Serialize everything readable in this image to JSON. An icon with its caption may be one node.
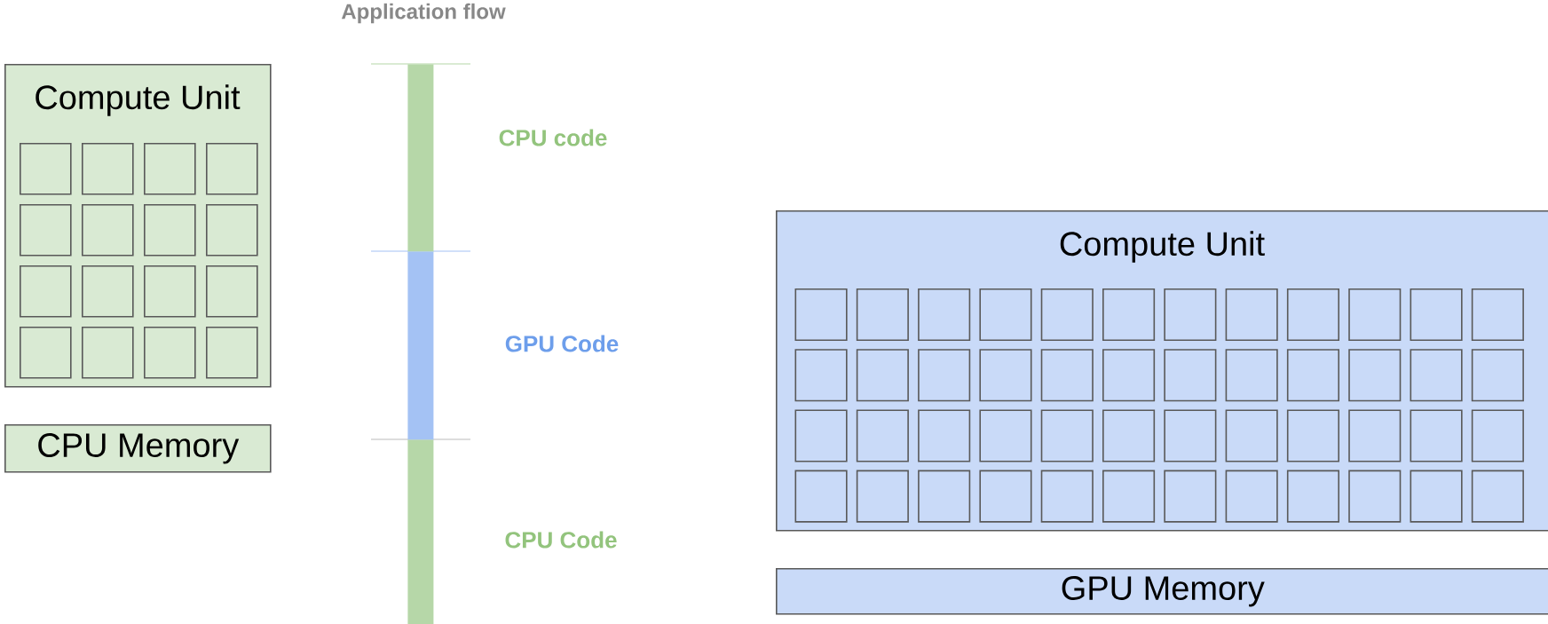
{
  "diagram": {
    "title": "Application flow",
    "nodes": [
      {
        "text": [
          "Compute Unit"
        ]
      },
      {
        "text": [],
        "shape": "box",
        "in": 0
      },
      {
        "text": [],
        "shape": "box",
        "in": 0
      },
      {
        "text": [],
        "shape": "box",
        "in": 0
      },
      {
        "text": [],
        "shape": "box",
        "in": 0
      },
      {
        "text": [],
        "shape": "box",
        "in": 0
      },
      {
        "text": [],
        "shape": "box",
        "in": 0
      },
      {
        "text": [],
        "shape": "box",
        "in": 0
      },
      {
        "text": [],
        "shape": "box",
        "in": 0
      },
      {
        "text": [],
        "shape": "box",
        "in": 0
      },
      {
        "text": [],
        "shape": "box",
        "in": 0
      },
      {
        "text": [],
        "shape": "box",
        "in": 0
      },
      {
        "text": [],
        "shape": "box",
        "in": 0
      },
      {
        "text": [],
        "shape": "box",
        "in": 0
      },
      {
        "text": [],
        "shape": "box",
        "in": 0
      },
      {
        "text": [],
        "shape": "box",
        "in": 0
      },
      {
        "text": [],
        "shape": "box",
        "in": 0
      },
      {
        "text": [
          "CPU Memory"
        ]
      },
      {
        "text": [],
        "shape": "bar",
        "beside": [
          "CPU code"
        ]
      },
      {
        "text": [],
        "shape": "bar",
        "beside": [
          "GPU Code"
        ]
      },
      {
        "text": [],
        "shape": "bar",
        "beside": [
          "CPU Code"
        ]
      },
      {
        "text": [
          "Compute Unit"
        ]
      },
      {
        "text": [],
        "shape": "box",
        "in": 21
      },
      {
        "text": [],
        "shape": "box",
        "in": 21
      },
      {
        "text": [],
        "shape": "box",
        "in": 21
      },
      {
        "text": [],
        "shape": "box",
        "in": 21
      },
      {
        "text": [],
        "shape": "box",
        "in": 21
      },
      {
        "text": [],
        "shape": "box",
        "in": 21
      },
      {
        "text": [],
        "shape": "box",
        "in": 21
      },
      {
        "text": [],
        "shape": "box",
        "in": 21
      },
      {
        "text": [],
        "shape": "box",
        "in": 21
      },
      {
        "text": [],
        "shape": "box",
        "in": 21
      },
      {
        "text": [],
        "shape": "box",
        "in": 21
      },
      {
        "text": [],
        "shape": "box",
        "in": 21
      },
      {
        "text": [],
        "shape": "box",
        "in": 21
      },
      {
        "text": [],
        "shape": "box",
        "in": 21
      },
      {
        "text": [],
        "shape": "box",
        "in": 21
      },
      {
        "text": [],
        "shape": "box",
        "in": 21
      },
      {
        "text": [],
        "shape": "box",
        "in": 21
      },
      {
        "text": [],
        "shape": "box",
        "in": 21
      },
      {
        "text": [],
        "shape": "box",
        "in": 21
      },
      {
        "text": [],
        "shape": "box",
        "in": 21
      },
      {
        "text": [],
        "shape": "box",
        "in": 21
      },
      {
        "text": [],
        "shape": "box",
        "in": 21
      },
      {
        "text": [],
        "shape": "box",
        "in": 21
      },
      {
        "text": [],
        "shape": "box",
        "in": 21
      },
      {
        "text": [],
        "shape": "box",
        "in": 21
      },
      {
        "text": [],
        "shape": "box",
        "in": 21
      },
      {
        "text": [],
        "shape": "box",
        "in": 21
      },
      {
        "text": [],
        "shape": "box",
        "in": 21
      },
      {
        "text": [],
        "shape": "box",
        "in": 21
      },
      {
        "text": [],
        "shape": "box",
        "in": 21
      },
      {
        "text": [],
        "shape": "box",
        "in": 21
      },
      {
        "text": [],
        "shape": "box",
        "in": 21
      },
      {
        "text": [],
        "shape": "box",
        "in": 21
      },
      {
        "text": [],
        "shape": "box",
        "in": 21
      },
      {
        "text": [],
        "shape": "box",
        "in": 21
      },
      {
        "text": [],
        "shape": "box",
        "in": 21
      },
      {
        "text": [],
        "shape": "box",
        "in": 21
      },
      {
        "text": [],
        "shape": "box",
        "in": 21
      },
      {
        "text": [],
        "shape": "box",
        "in": 21
      },
      {
        "text": [],
        "shape": "box",
        "in": 21
      },
      {
        "text": [],
        "shape": "box",
        "in": 21
      },
      {
        "text": [],
        "shape": "box",
        "in": 21
      },
      {
        "text": [],
        "shape": "box",
        "in": 21
      },
      {
        "text": [],
        "shape": "box",
        "in": 21
      },
      {
        "text": [],
        "shape": "box",
        "in": 21
      },
      {
        "text": [],
        "shape": "box",
        "in": 21
      },
      {
        "text": [],
        "shape": "box",
        "in": 21
      },
      {
        "text": [],
        "shape": "box",
        "in": 21
      },
      {
        "text": [
          "GPU Memory"
        ]
      }
    ]
  }
}
